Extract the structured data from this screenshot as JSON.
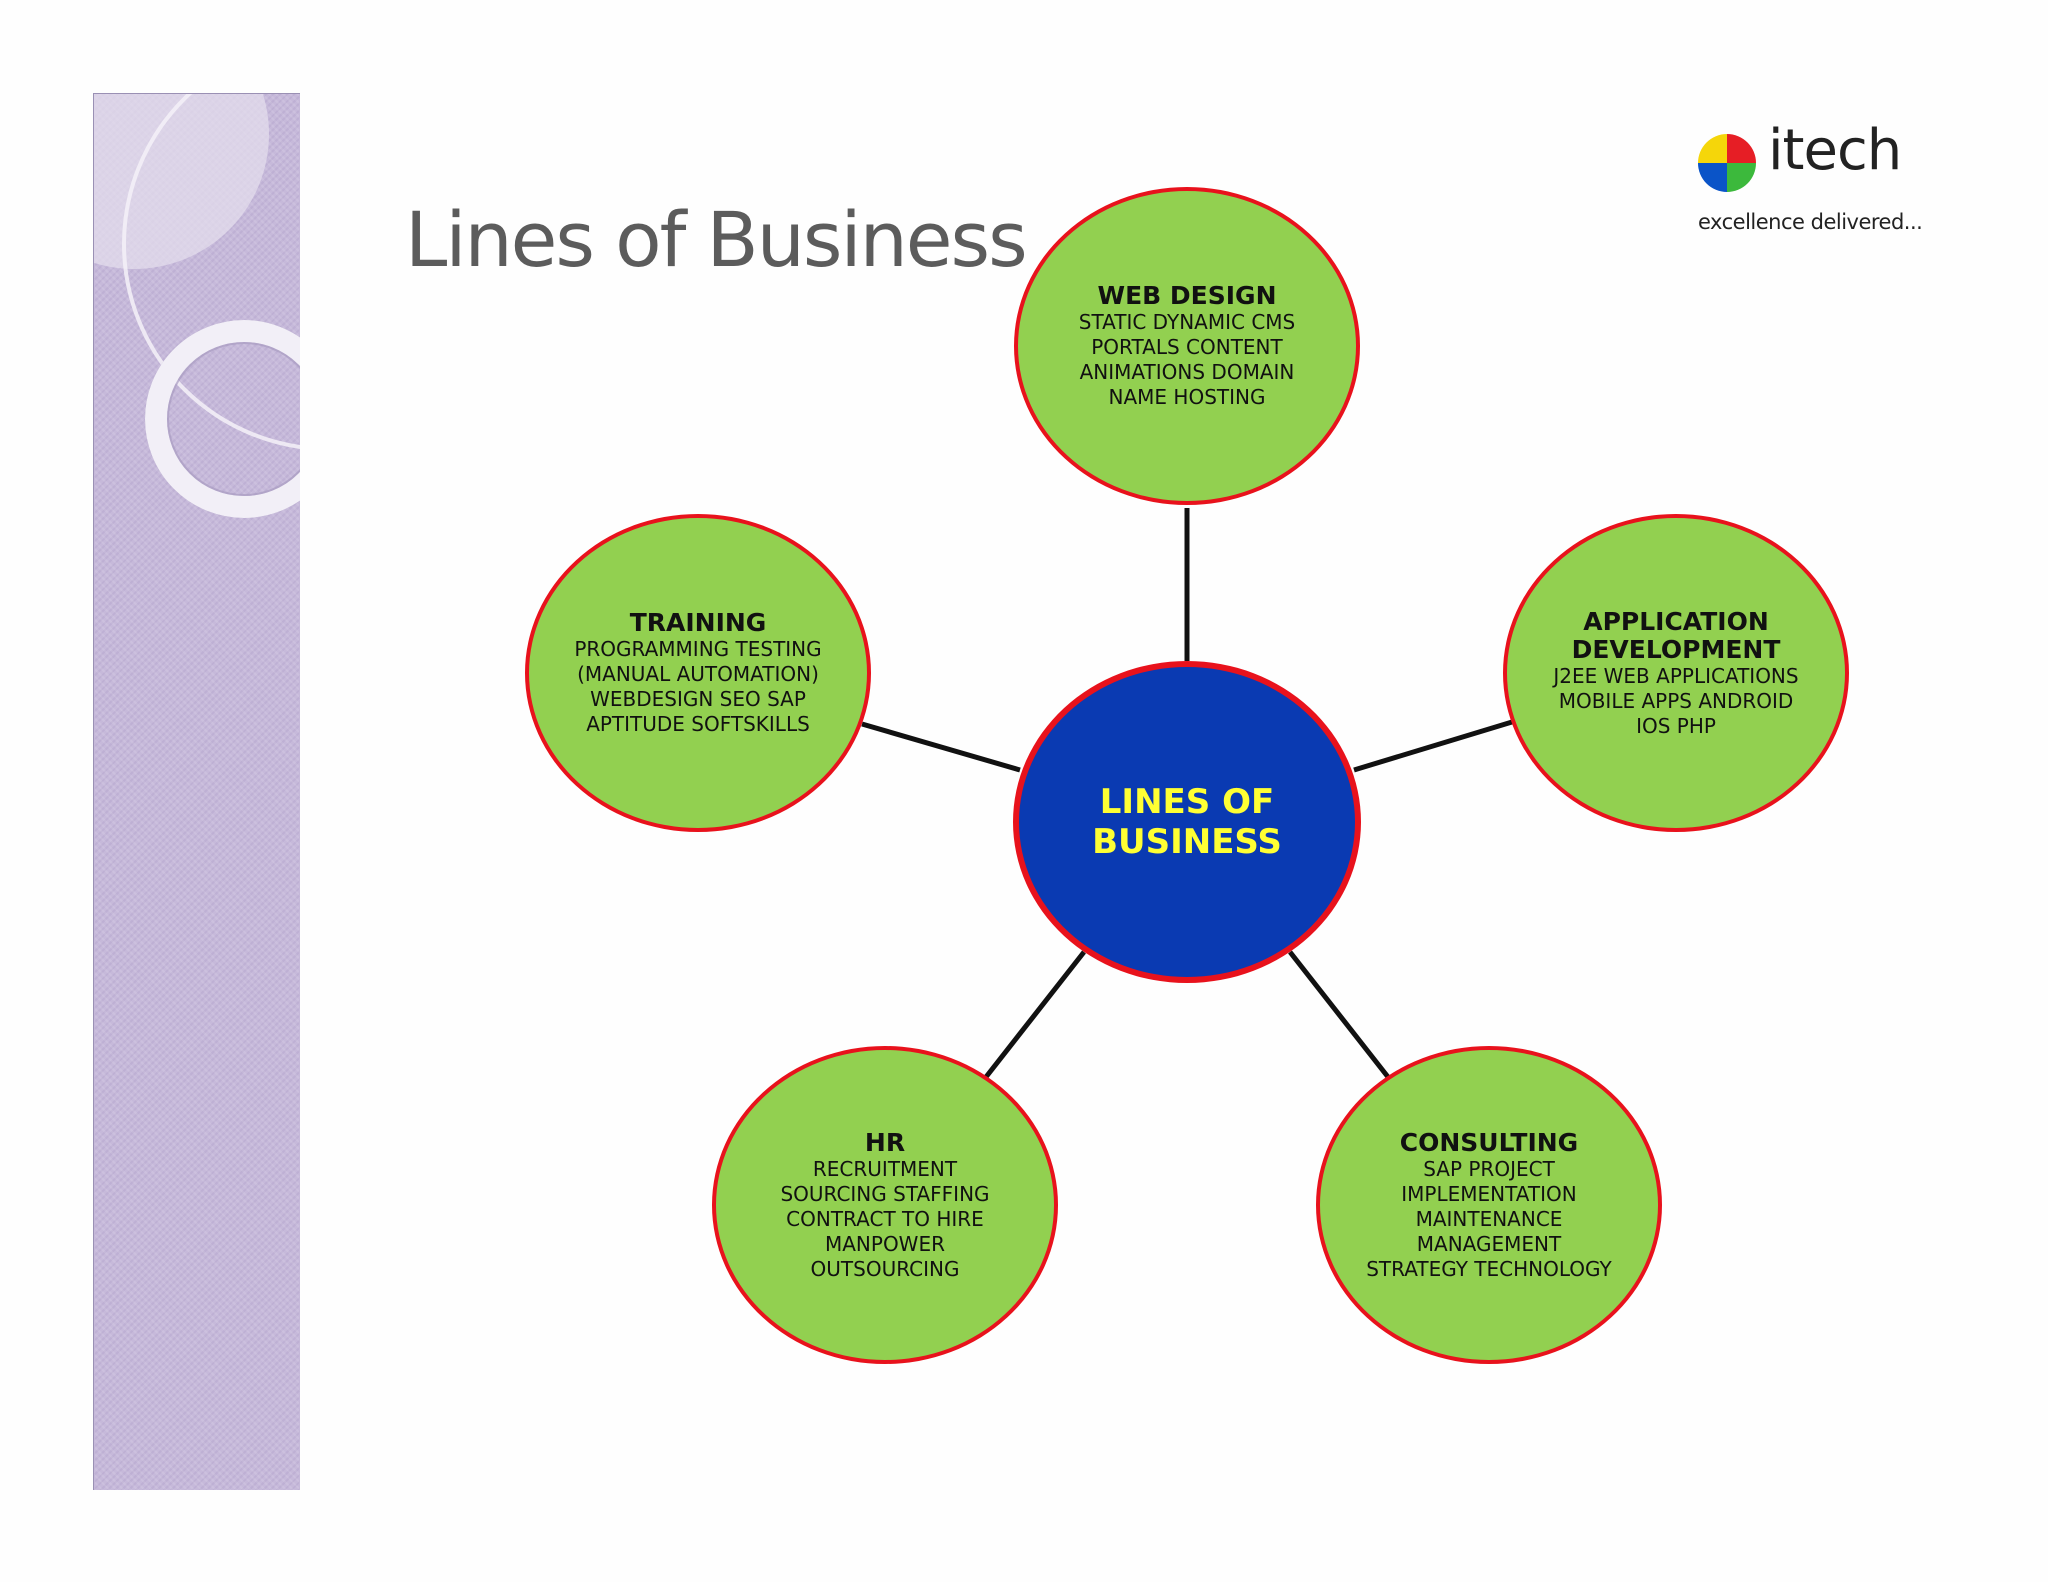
{
  "slide": {
    "title": "Lines of Business"
  },
  "logo": {
    "word": "itech",
    "tagline": "excellence delivered...",
    "mark_colors": [
      "#e61e25",
      "#0a54c8",
      "#3cb93c",
      "#f5d60a"
    ]
  },
  "colors": {
    "node_fill": "#92d050",
    "node_border": "#e8121c",
    "center_fill": "#0a3ab2",
    "center_text": "#ffff33",
    "connector": "#111111"
  },
  "diagram": {
    "center": {
      "label": "LINES OF BUSINESS"
    },
    "nodes": [
      {
        "id": "web-design",
        "title": "WEB DESIGN",
        "body": "STATIC DYNAMIC CMS PORTALS CONTENT ANIMATIONS DOMAIN NAME HOSTING"
      },
      {
        "id": "application-development",
        "title": "APPLICATION DEVELOPMENT",
        "body": "J2EE WEB APPLICATIONS MOBILE APPS ANDROID IOS PHP"
      },
      {
        "id": "consulting",
        "title": "CONSULTING",
        "body": "SAP PROJECT IMPLEMENTATION MAINTENANCE MANAGEMENT STRATEGY TECHNOLOGY"
      },
      {
        "id": "hr",
        "title": "HR",
        "body": "RECRUITMENT SOURCING STAFFING CONTRACT TO HIRE MANPOWER OUTSOURCING"
      },
      {
        "id": "training",
        "title": "TRAINING",
        "body": "PROGRAMMING TESTING (MANUAL AUTOMATION) WEBDESIGN SEO SAP APTITUDE SOFTSKILLS"
      }
    ]
  }
}
